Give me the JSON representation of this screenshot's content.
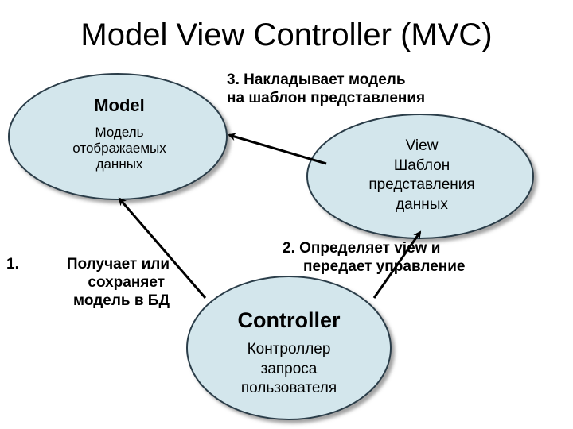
{
  "title": "Model View Controller (MVC)",
  "model": {
    "name": "Model",
    "description": [
      "Модель",
      "отображаемых",
      "данных"
    ]
  },
  "view": {
    "name": "View",
    "description": [
      "Шаблон",
      "представления",
      "данных"
    ]
  },
  "controller": {
    "name": "Controller",
    "description": [
      "Контроллер",
      "запроса",
      "пользователя"
    ]
  },
  "steps": {
    "step1": {
      "number": "1.",
      "lines": [
        "Получает или",
        "сохраняет",
        "модель в БД"
      ]
    },
    "step2": {
      "lines": [
        "2. Определяет view и",
        "передает  управление"
      ]
    },
    "step3": {
      "lines": [
        "3. Накладывает модель",
        "на шаблон представления"
      ]
    }
  },
  "colors": {
    "ellipse_fill": "#d3e6ec",
    "ellipse_stroke": "#2c3d48",
    "arrow": "#000000"
  }
}
